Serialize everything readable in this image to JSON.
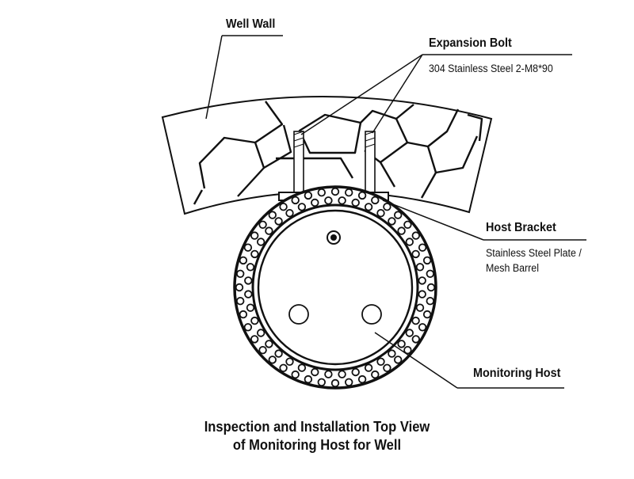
{
  "labels": {
    "well_wall": "Well Wall",
    "expansion_bolt": "Expansion Bolt",
    "bolt_spec": "304 Stainless Steel 2-M8*90",
    "host_bracket": "Host Bracket",
    "bracket_spec_line1": "Stainless Steel Plate /",
    "bracket_spec_line2": "Mesh Barrel",
    "monitoring_host": "Monitoring Host"
  },
  "caption": {
    "line1": "Inspection and Installation Top View",
    "line2": "of Monitoring Host for Well"
  }
}
